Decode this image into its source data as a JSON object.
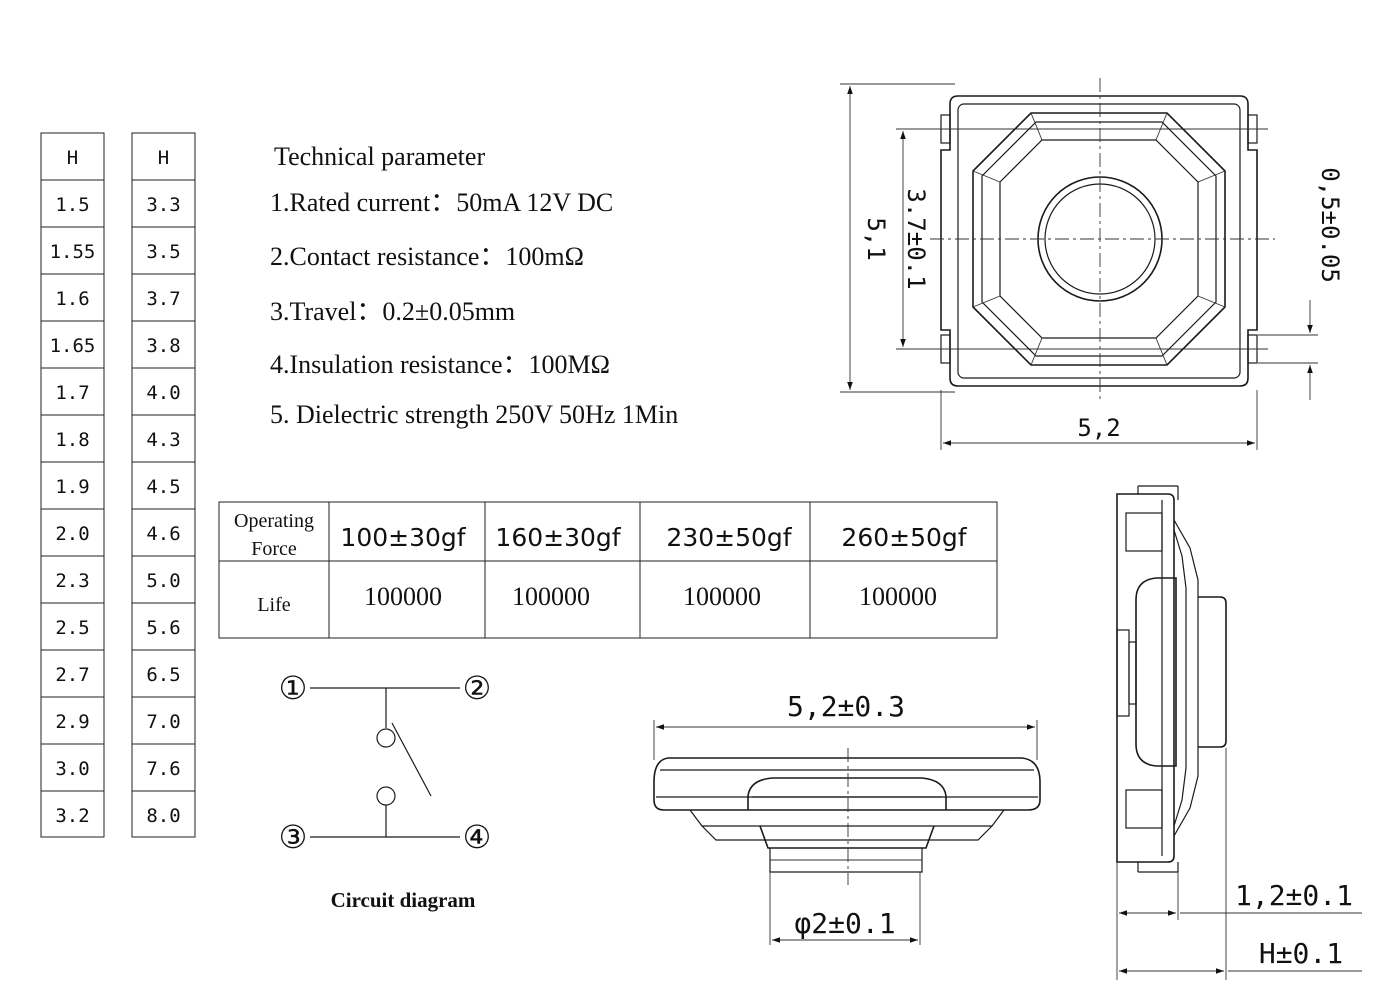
{
  "height_table_left": {
    "header": "H",
    "values": [
      "1.5",
      "1.55",
      "1.6",
      "1.65",
      "1.7",
      "1.8",
      "1.9",
      "2.0",
      "2.3",
      "2.5",
      "2.7",
      "2.9",
      "3.0",
      "3.2"
    ]
  },
  "height_table_right": {
    "header": "H",
    "values": [
      "3.3",
      "3.5",
      "3.7",
      "3.8",
      "4.0",
      "4.3",
      "4.5",
      "4.6",
      "5.0",
      "5.6",
      "6.5",
      "7.0",
      "7.6",
      "8.0"
    ]
  },
  "technical_parameters": {
    "title": "Technical parameter",
    "items": [
      "1.Rated current：50mA 12V DC",
      "2.Contact resistance：100mΩ",
      "3.Travel：0.2±0.05mm",
      "4.Insulation resistance：100MΩ",
      "5. Dielectric strength 250V 50Hz 1Min"
    ]
  },
  "force_table": {
    "row1_label_line1": "Operating",
    "row1_label_line2": "Force",
    "row2_label": "Life",
    "forces": [
      "100±30gf",
      "160±30gf",
      "230±50gf",
      "260±50gf"
    ],
    "life": [
      "100000",
      "100000",
      "100000",
      "100000"
    ]
  },
  "circuit": {
    "caption": "Circuit diagram",
    "terminals": [
      "①",
      "②",
      "③",
      "④"
    ]
  },
  "top_view_dims": {
    "height": "5,1",
    "inner": "3.7±0.1",
    "width": "5,2",
    "pin": "0,5±0.05"
  },
  "front_view_dims": {
    "width": "5,2±0.3",
    "diameter": "φ2±0.1"
  },
  "side_view_dims": {
    "body_height": "1,2±0.1",
    "total_height": "H±0.1"
  }
}
